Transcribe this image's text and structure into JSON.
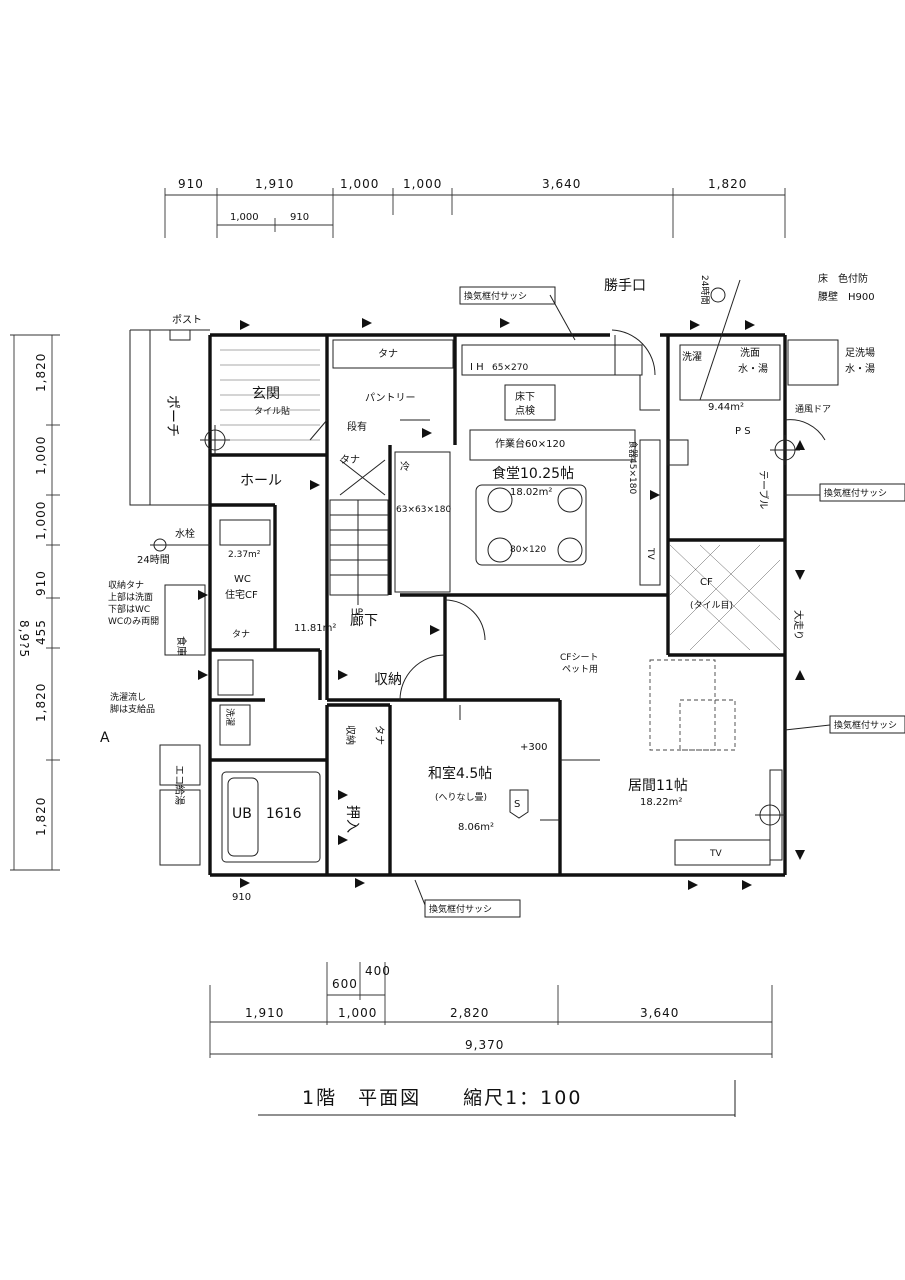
{
  "title": "1階　平面図　　縮尺1：100",
  "dimensions": {
    "top_row1": [
      "910",
      "1,910",
      "1,000",
      "1,000",
      "3,640",
      "1,820"
    ],
    "top_row2": [
      "1,000",
      "910"
    ],
    "left": [
      "1,820",
      "1,000",
      "1,000",
      "910",
      "455",
      "1,820",
      "1,820"
    ],
    "left_total": "8,9?5",
    "bottom_small": [
      "600",
      "400"
    ],
    "bottom_row": [
      "1,910",
      "1,000",
      "2,820",
      "3,640"
    ],
    "bottom_total": "9,370",
    "bottom_left": "910"
  },
  "rooms": {
    "genkan": "玄関",
    "genkan_sub": "タイル貼",
    "pantry": "パントリー",
    "tana_top": "タナ",
    "hall": "ホール",
    "tana_hall": "タナ",
    "rei": "冷",
    "dining": "食堂10.25帖",
    "dining_area": "18.02m²",
    "sagyou": "作業台60×120",
    "yuka_shita": "床下",
    "tenken": "点検",
    "ih": "I H",
    "ih_size": "65×270",
    "size_63": "63×63×180",
    "table_80": "80×120",
    "shokki": "食器45×180",
    "wc_area": "2.37m²",
    "wc": "WC",
    "jutaku": "住宅CF",
    "tana_wc": "タナ",
    "rouka": "廊下",
    "rouka_area": "11.81m²",
    "up": "UP",
    "shuno": "収納",
    "shuno_v": "収納",
    "tana_v": "タナ",
    "washitsu": "和室4.5帖",
    "washitsu_sub": "(へりなし畳)",
    "washitsu_area": "8.06m²",
    "oshiire": "押入",
    "plus300": "+300",
    "ima": "居間11帖",
    "ima_area": "18.22m²",
    "tv": "TV",
    "tv2": "TV",
    "ub": "UB　1616",
    "sentaku": "洗濯",
    "senmen": "洗面",
    "mizu_yu": "水・湯",
    "area_944": "9.44m²",
    "ps": "P S",
    "cf": "CF",
    "cf_sub": "(タイル目)",
    "ofuku": "大走り",
    "table": "テーブル",
    "porch": "ポーチ",
    "post": "ポスト",
    "suisen": "水栓",
    "h24": "24時間",
    "ecokyuto": "エコ給湯",
    "katteguchi": "勝手口",
    "cf_center": "CFシート",
    "cf_center_sub": "ペット用",
    "tsuuka": "通風ドア",
    "label_a": "A",
    "shokuso": "食庫",
    "danari": "段有",
    "senmentai": "洗濯"
  },
  "notes": {
    "kanki1": "換気框付サッシ",
    "kanki2": "換気框付サッシ",
    "kanki3": "換気框付サッシ",
    "kanki4": "換気框付サッシ",
    "yuka_note1": "床　色付防",
    "yuka_note2": "腰壁　H900",
    "ashi1": "足洗場",
    "ashi2": "水・湯",
    "shuno_note": [
      "収納タナ",
      "上部は洗面",
      "下部はWC",
      "WCのみ両開"
    ],
    "sentaku_note": [
      "洗濯流し",
      "脚は支給品"
    ],
    "kanki_24": "24時間"
  }
}
